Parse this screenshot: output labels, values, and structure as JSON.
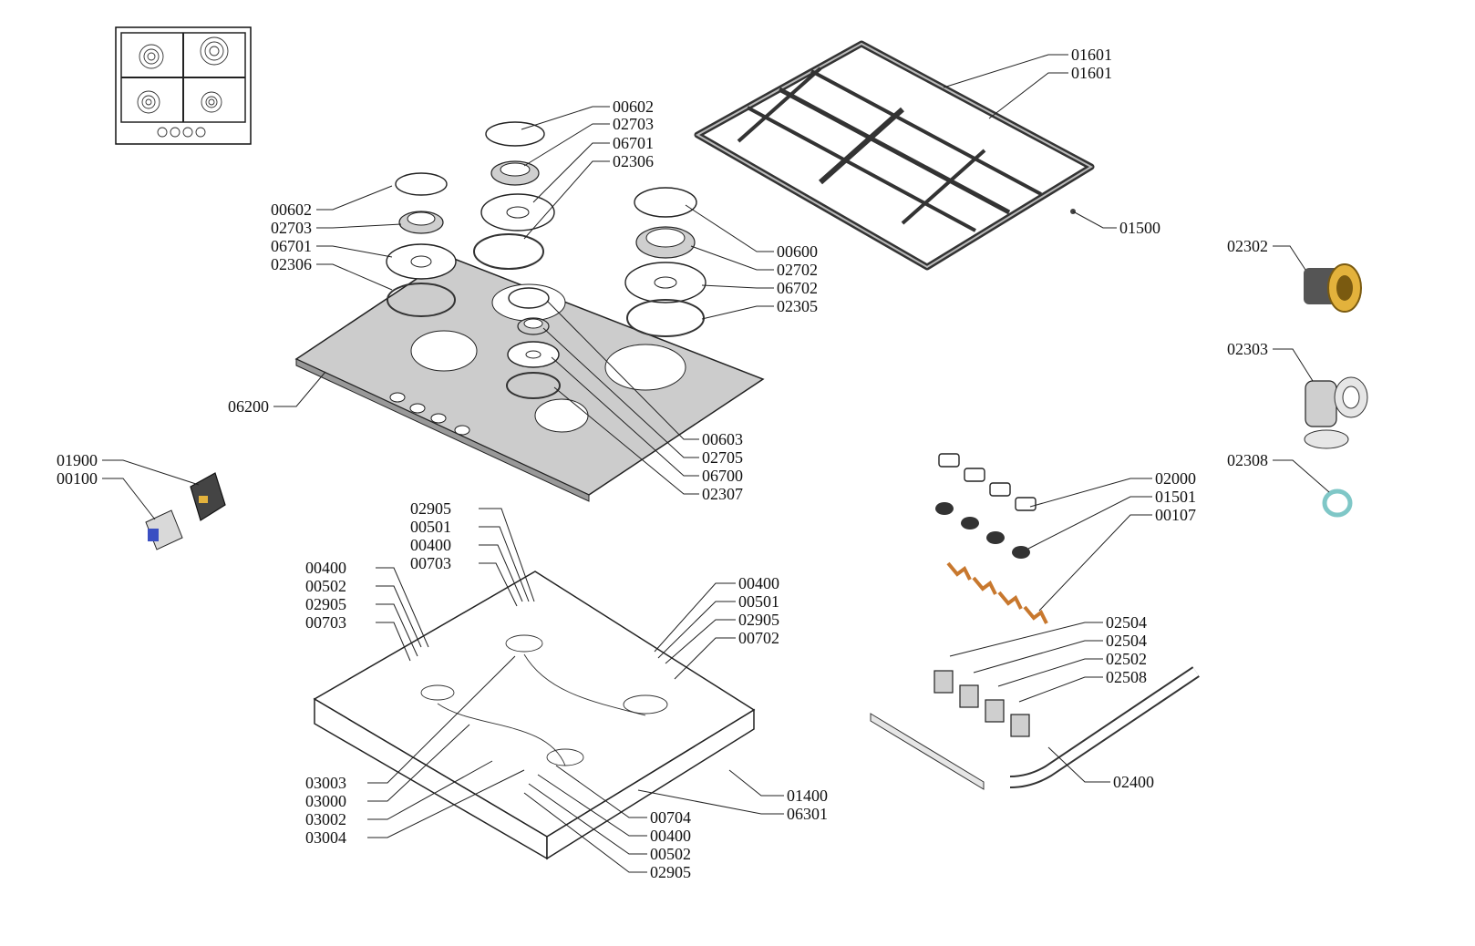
{
  "labels": [
    {
      "id": "l1",
      "text": "01601"
    },
    {
      "id": "l2",
      "text": "01601"
    },
    {
      "id": "l3",
      "text": "01500"
    },
    {
      "id": "l4",
      "text": "00602"
    },
    {
      "id": "l5",
      "text": "02703"
    },
    {
      "id": "l6",
      "text": "06701"
    },
    {
      "id": "l7",
      "text": "02306"
    },
    {
      "id": "l8",
      "text": "00602"
    },
    {
      "id": "l9",
      "text": "02703"
    },
    {
      "id": "l10",
      "text": "06701"
    },
    {
      "id": "l11",
      "text": "02306"
    },
    {
      "id": "l12",
      "text": "00600"
    },
    {
      "id": "l13",
      "text": "02702"
    },
    {
      "id": "l14",
      "text": "06702"
    },
    {
      "id": "l15",
      "text": "02305"
    },
    {
      "id": "l16",
      "text": "06200"
    },
    {
      "id": "l17",
      "text": "00603"
    },
    {
      "id": "l18",
      "text": "02705"
    },
    {
      "id": "l19",
      "text": "06700"
    },
    {
      "id": "l20",
      "text": "02307"
    },
    {
      "id": "l21",
      "text": "01900"
    },
    {
      "id": "l22",
      "text": "00100"
    },
    {
      "id": "l23",
      "text": "02302"
    },
    {
      "id": "l24",
      "text": "02303"
    },
    {
      "id": "l25",
      "text": "02308"
    },
    {
      "id": "l26",
      "text": "02000"
    },
    {
      "id": "l27",
      "text": "01501"
    },
    {
      "id": "l28",
      "text": "00107"
    },
    {
      "id": "l29",
      "text": "02905"
    },
    {
      "id": "l30",
      "text": "00501"
    },
    {
      "id": "l31",
      "text": "00400"
    },
    {
      "id": "l32",
      "text": "00703"
    },
    {
      "id": "l33",
      "text": "00400"
    },
    {
      "id": "l34",
      "text": "00502"
    },
    {
      "id": "l35",
      "text": "02905"
    },
    {
      "id": "l36",
      "text": "00703"
    },
    {
      "id": "l37",
      "text": "00400"
    },
    {
      "id": "l38",
      "text": "00501"
    },
    {
      "id": "l39",
      "text": "02905"
    },
    {
      "id": "l40",
      "text": "00702"
    },
    {
      "id": "l41",
      "text": "02504"
    },
    {
      "id": "l42",
      "text": "02504"
    },
    {
      "id": "l43",
      "text": "02502"
    },
    {
      "id": "l44",
      "text": "02508"
    },
    {
      "id": "l45",
      "text": "02400"
    },
    {
      "id": "l46",
      "text": "03003"
    },
    {
      "id": "l47",
      "text": "03000"
    },
    {
      "id": "l48",
      "text": "03002"
    },
    {
      "id": "l49",
      "text": "03004"
    },
    {
      "id": "l50",
      "text": "01400"
    },
    {
      "id": "l51",
      "text": "06301"
    },
    {
      "id": "l52",
      "text": "00704"
    },
    {
      "id": "l53",
      "text": "00400"
    },
    {
      "id": "l54",
      "text": "00502"
    },
    {
      "id": "l55",
      "text": "02905"
    }
  ],
  "colors": {
    "brass": "#e3b23c",
    "copper": "#c8782e",
    "blue": "#3a4fc2",
    "teal": "#7fc7c7",
    "panel": "#cccccc"
  }
}
